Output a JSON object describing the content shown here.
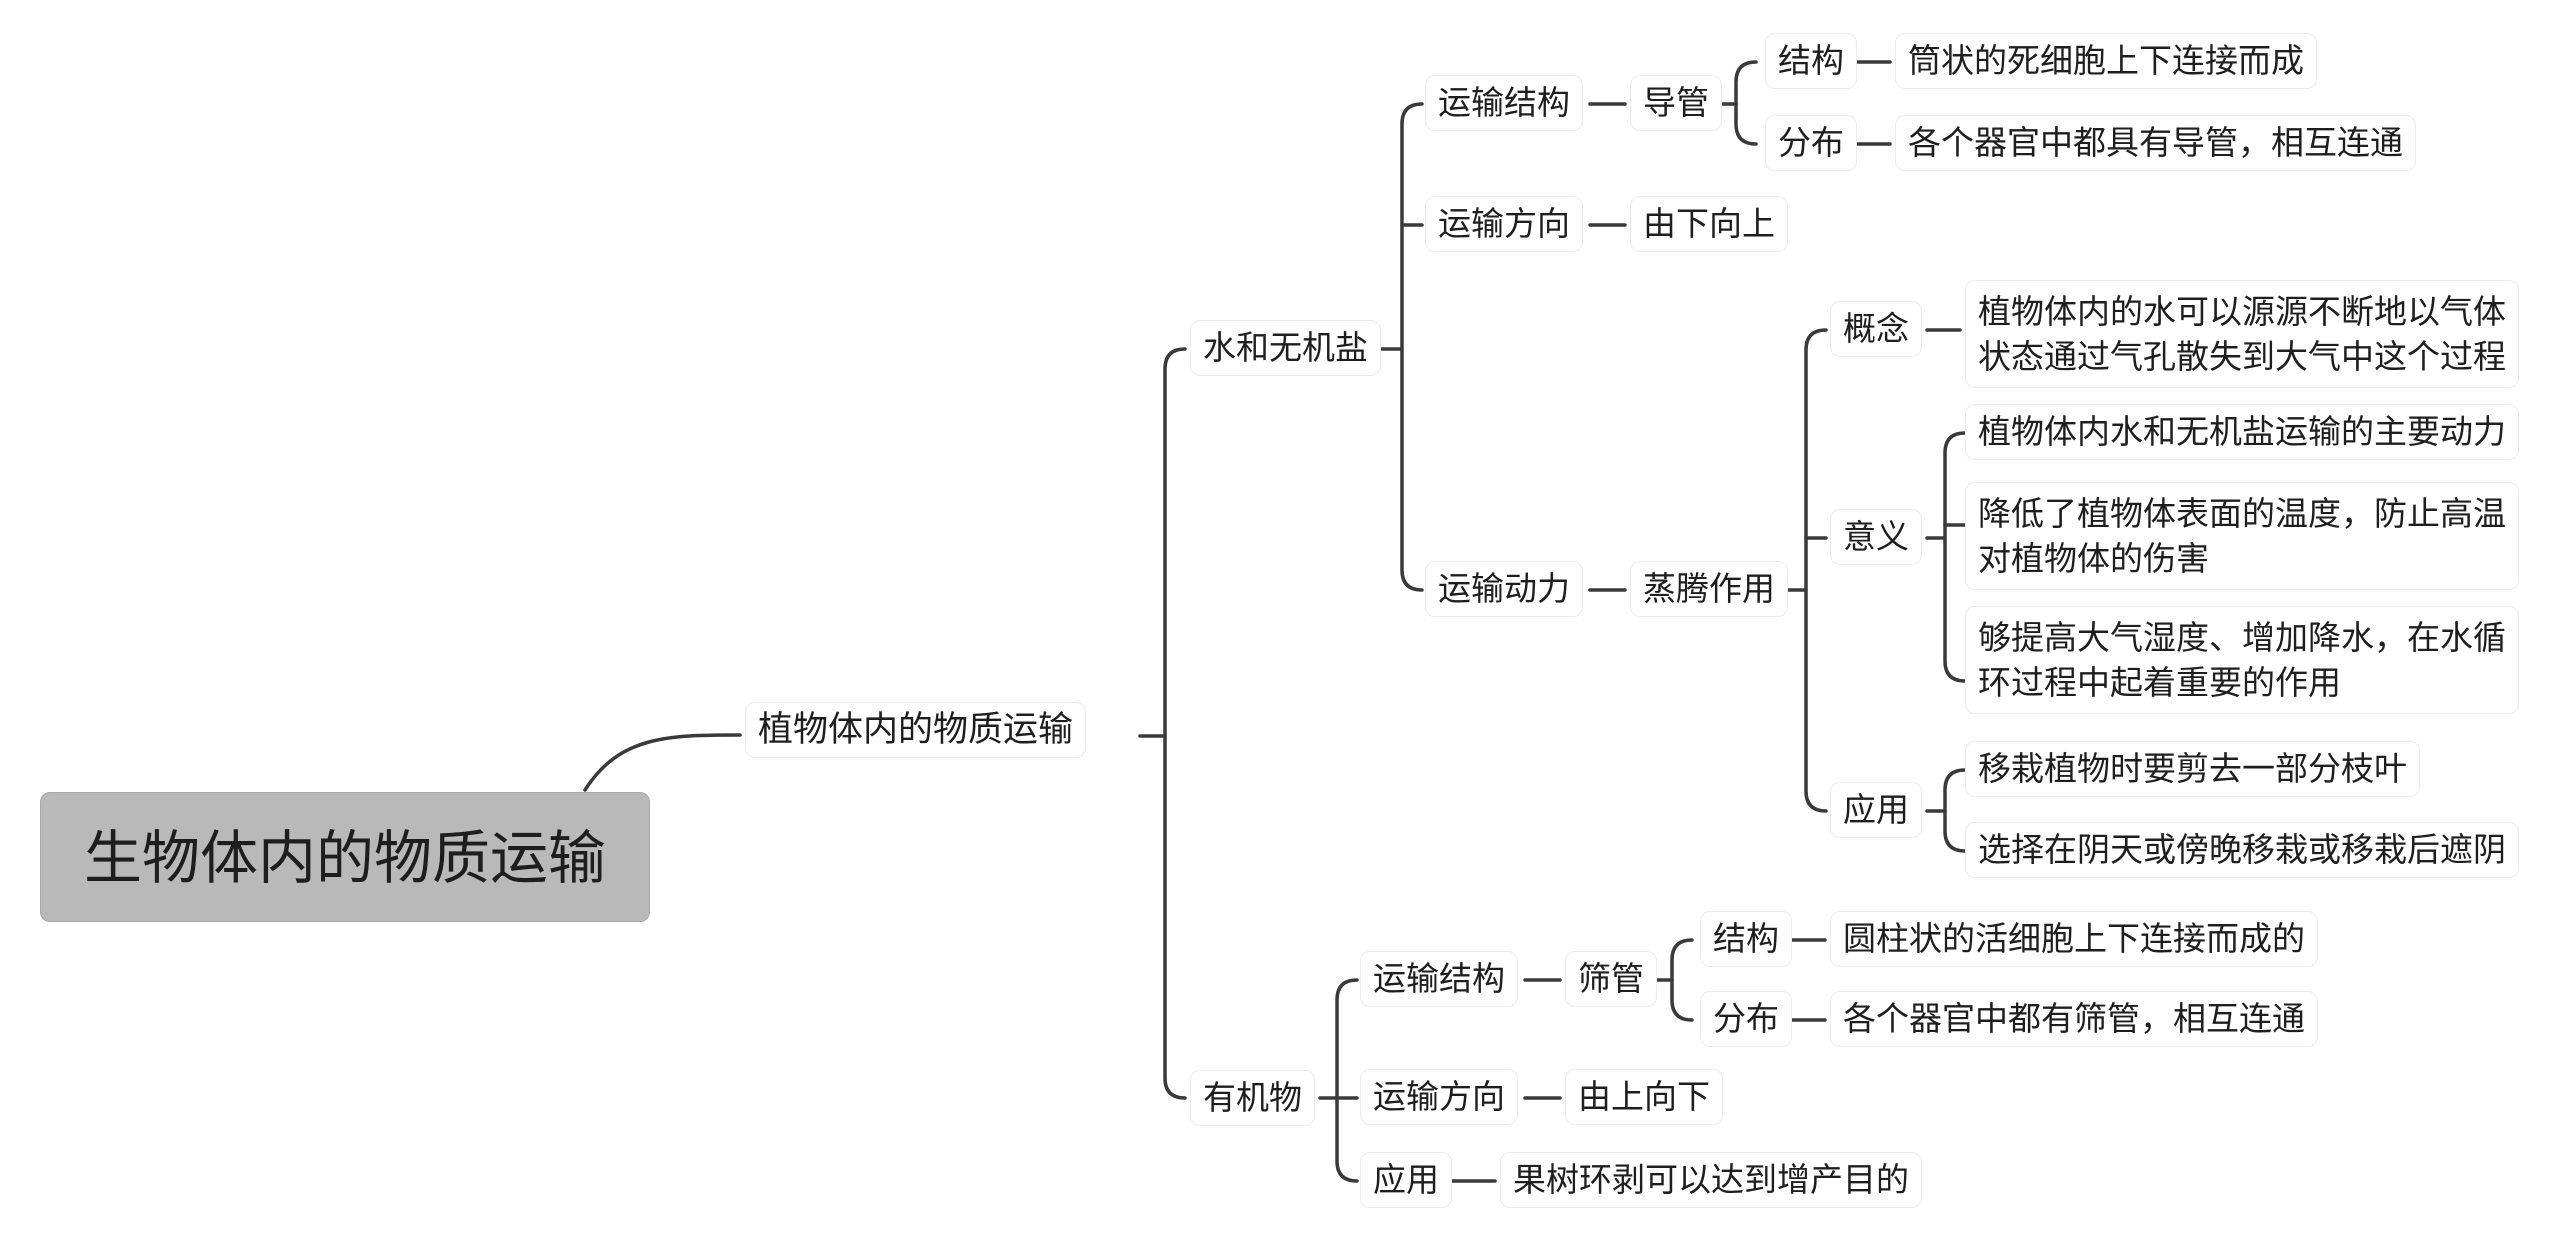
{
  "root": "生物体内的物质运输",
  "main": "植物体内的物质运输",
  "water": {
    "label": "水和无机盐",
    "structure": {
      "label": "运输结构",
      "organ": "导管",
      "struct_label": "结构",
      "struct_text": "筒状的死细胞上下连接而成",
      "dist_label": "分布",
      "dist_text": "各个器官中都具有导管，相互连通"
    },
    "direction": {
      "label": "运输方向",
      "value": "由下向上"
    },
    "power": {
      "label": "运输动力",
      "process": "蒸腾作用",
      "concept": {
        "label": "概念",
        "text_l1": "植物体内的水可以源源不断地以气体",
        "text_l2": "状态通过气孔散失到大气中这个过程"
      },
      "meaning": {
        "label": "意义",
        "item1": "植物体内水和无机盐运输的主要动力",
        "item2_l1": "降低了植物体表面的温度，防止高温",
        "item2_l2": "对植物体的伤害",
        "item3_l1": "够提高大气湿度、增加降水，在水循",
        "item3_l2": "环过程中起着重要的作用"
      },
      "application": {
        "label": "应用",
        "item1": "移栽植物时要剪去一部分枝叶",
        "item2": "选择在阴天或傍晚移栽或移栽后遮阴"
      }
    }
  },
  "organic": {
    "label": "有机物",
    "structure": {
      "label": "运输结构",
      "organ": "筛管",
      "struct_label": "结构",
      "struct_text": "圆柱状的活细胞上下连接而成的",
      "dist_label": "分布",
      "dist_text": "各个器官中都有筛管，相互连通"
    },
    "direction": {
      "label": "运输方向",
      "value": "由上向下"
    },
    "application": {
      "label": "应用",
      "value": "果树环剥可以达到增产目的"
    }
  }
}
